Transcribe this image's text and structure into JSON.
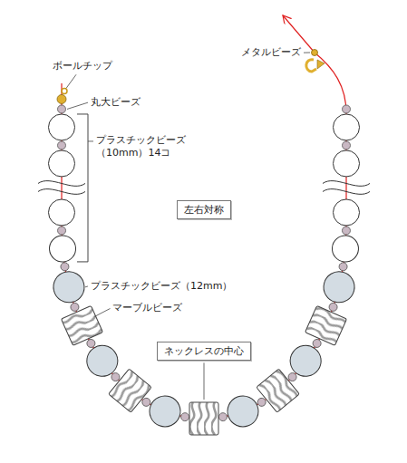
{
  "diagram": {
    "nodes": [
      {
        "text": [
          "左右対称"
        ]
      },
      {
        "text": [
          "ネックレスの中心"
        ]
      }
    ],
    "labels": [
      "ボールチップ",
      "メタルビーズ",
      "丸大ビーズ",
      "プラスチックビーズ （10mm）14コ",
      "プラスチックビーズ（12mm）",
      "マーブルビーズ"
    ]
  }
}
